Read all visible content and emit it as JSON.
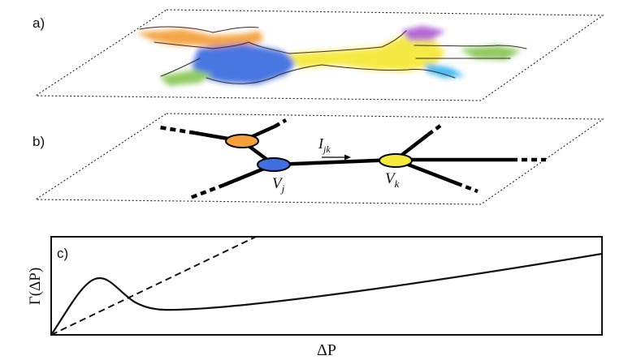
{
  "panels": {
    "a": {
      "label": "a)"
    },
    "b": {
      "label": "b)",
      "nodes": [
        {
          "id": "orange-node",
          "color": "#f4a13c"
        },
        {
          "id": "blue-node",
          "color": "#3f6fe0",
          "label_main": "V",
          "label_sub": "j"
        },
        {
          "id": "yellow-node",
          "color": "#f5e93a",
          "label_main": "V",
          "label_sub": "k"
        }
      ],
      "current_label_main": "I",
      "current_label_sub": "jk"
    },
    "c": {
      "label": "c)",
      "ylabel": "Γ(ΔP)",
      "xlabel": "ΔP"
    }
  },
  "colors": {
    "orange": "#f4a13c",
    "blue": "#3f6fe0",
    "yellow": "#f5e93a",
    "green": "#8cc85a",
    "purple": "#b062d4",
    "cyan": "#38b6f0"
  }
}
